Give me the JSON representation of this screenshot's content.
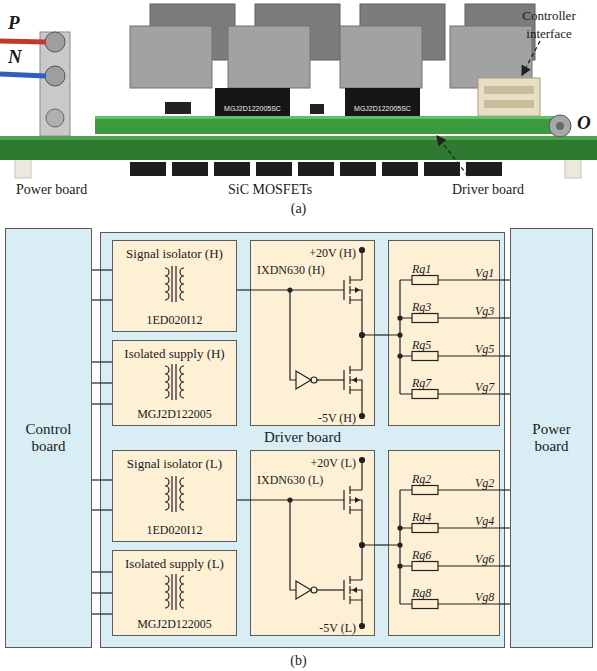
{
  "diagram": {
    "nodes": [
      {
        "text": [
          "Control board"
        ]
      },
      {
        "text": [
          "Driver board"
        ]
      },
      {
        "text": [
          "Signal isolator (H)",
          "1ED020I12"
        ],
        "in": 1
      },
      {
        "text": [
          "Isolated supply (H)",
          "MGJ2D122005"
        ],
        "in": 1
      },
      {
        "text": [
          "+20V (H)",
          "IXDN630 (H)",
          "-5V (H)"
        ],
        "in": 1
      },
      {
        "text": [
          "Rg1",
          "Rg3",
          "Rg5",
          "Rg7"
        ],
        "in": 1
      },
      {
        "text": [
          "Signal isolator (L)",
          "1ED020I12"
        ],
        "in": 1
      },
      {
        "text": [
          "Isolated supply (L)",
          "MGJ2D122005"
        ],
        "in": 1
      },
      {
        "text": [
          "+20V (L)",
          "IXDN630 (L)",
          "-5V (L)"
        ],
        "in": 1
      },
      {
        "text": [
          "Rg2",
          "Rg4",
          "Rg6",
          "Rg8"
        ],
        "in": 1
      },
      {
        "text": [
          "Power board"
        ]
      }
    ],
    "edges": [
      {
        "from": 0,
        "to": 2,
        "arrow": "none"
      },
      {
        "from": 0,
        "to": 2,
        "arrow": "none"
      },
      {
        "from": 0,
        "to": 3,
        "arrow": "none"
      },
      {
        "from": 0,
        "to": 3,
        "arrow": "none"
      },
      {
        "from": 0,
        "to": 3,
        "arrow": "none"
      },
      {
        "from": 2,
        "to": 4,
        "arrow": "none"
      },
      {
        "from": 4,
        "to": 5,
        "arrow": "none"
      },
      {
        "from": 5,
        "to": 10,
        "label": "Vg1",
        "arrow": "none"
      },
      {
        "from": 5,
        "to": 10,
        "label": "Vg3",
        "arrow": "none"
      },
      {
        "from": 5,
        "to": 10,
        "label": "Vg5",
        "arrow": "none"
      },
      {
        "from": 5,
        "to": 10,
        "label": "Vg7",
        "arrow": "none"
      },
      {
        "from": 0,
        "to": 6,
        "arrow": "none"
      },
      {
        "from": 0,
        "to": 6,
        "arrow": "none"
      },
      {
        "from": 0,
        "to": 7,
        "arrow": "none"
      },
      {
        "from": 0,
        "to": 7,
        "arrow": "none"
      },
      {
        "from": 0,
        "to": 7,
        "arrow": "none"
      },
      {
        "from": 6,
        "to": 8,
        "arrow": "none"
      },
      {
        "from": 8,
        "to": 9,
        "arrow": "none"
      },
      {
        "from": 9,
        "to": 10,
        "label": "Vg2",
        "arrow": "none"
      },
      {
        "from": 9,
        "to": 10,
        "label": "Vg4",
        "arrow": "none"
      },
      {
        "from": 9,
        "to": 10,
        "label": "Vg6",
        "arrow": "none"
      },
      {
        "from": 9,
        "to": 10,
        "label": "Vg8",
        "arrow": "none"
      }
    ],
    "labels": [
      "P",
      "N",
      "Controller interface",
      "MGJ2D122005SC",
      "MGJ2D122005SC",
      "O",
      "Power board",
      "SiC MOSFETs",
      "Driver board",
      "(a)",
      "(b)"
    ]
  }
}
